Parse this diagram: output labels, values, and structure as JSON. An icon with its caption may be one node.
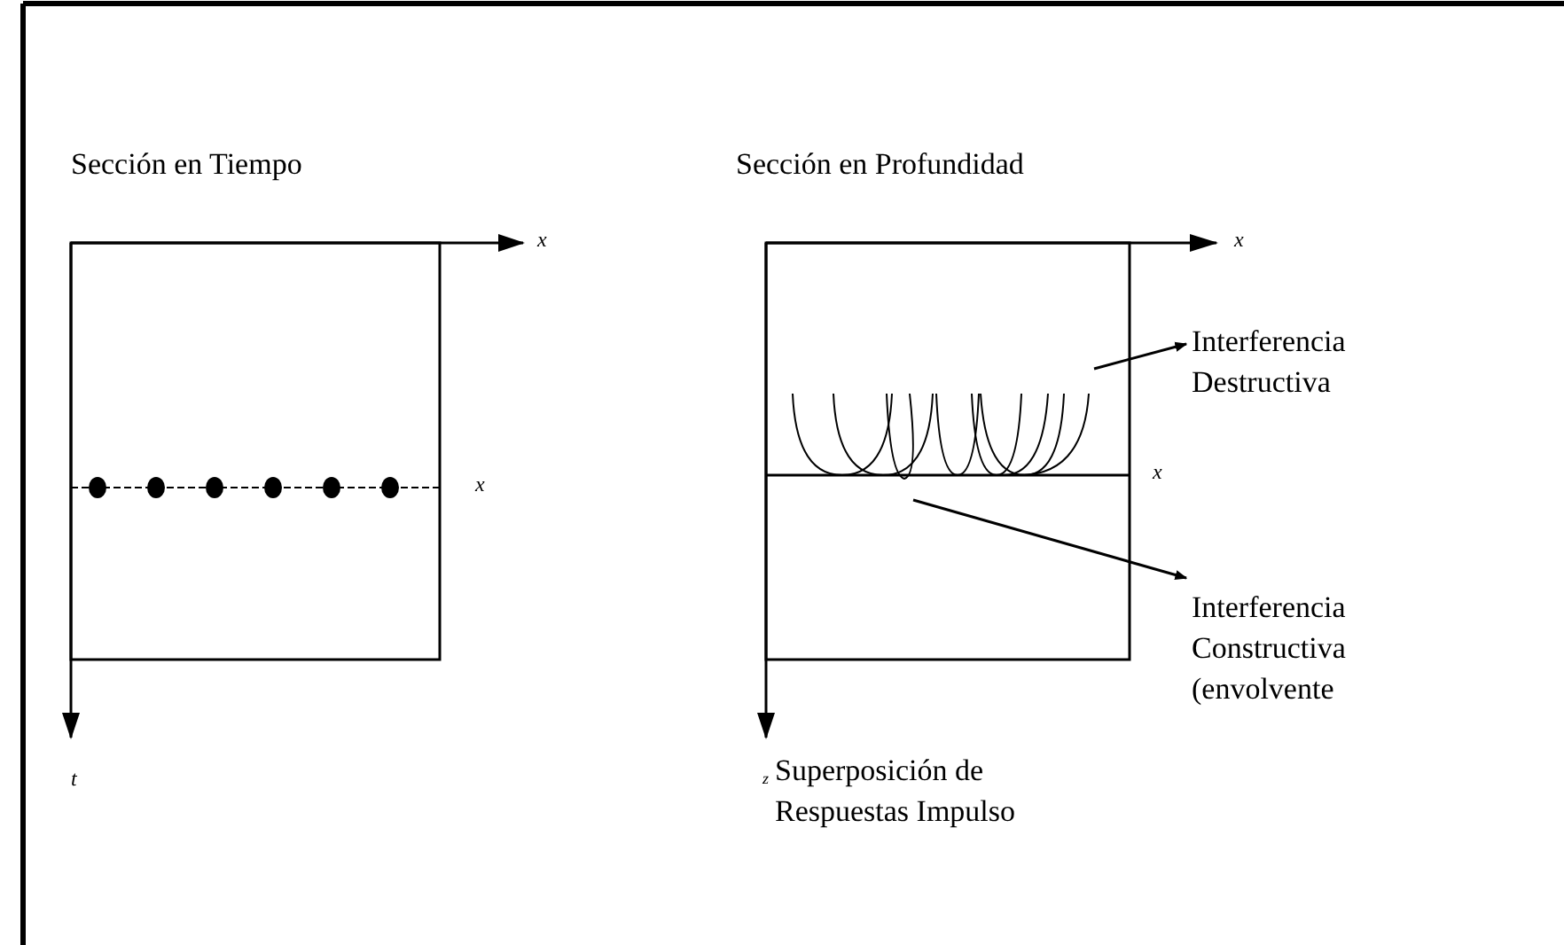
{
  "diagram": {
    "nodes": [
      {
        "text": [
          "Interferencia Destructiva"
        ]
      },
      {
        "text": [
          "Interferencia Constructiva (envolvente"
        ]
      }
    ],
    "edges": [
      {
        "from": null,
        "to": 0,
        "arrow": "to"
      },
      {
        "from": null,
        "to": 1,
        "arrow": "to"
      }
    ],
    "labels": [
      "Sección en Tiempo",
      "Sección en Profundidad",
      "x",
      "x",
      "x",
      "x",
      "t",
      "z",
      "Superposición de Respuestas Impulso"
    ]
  }
}
